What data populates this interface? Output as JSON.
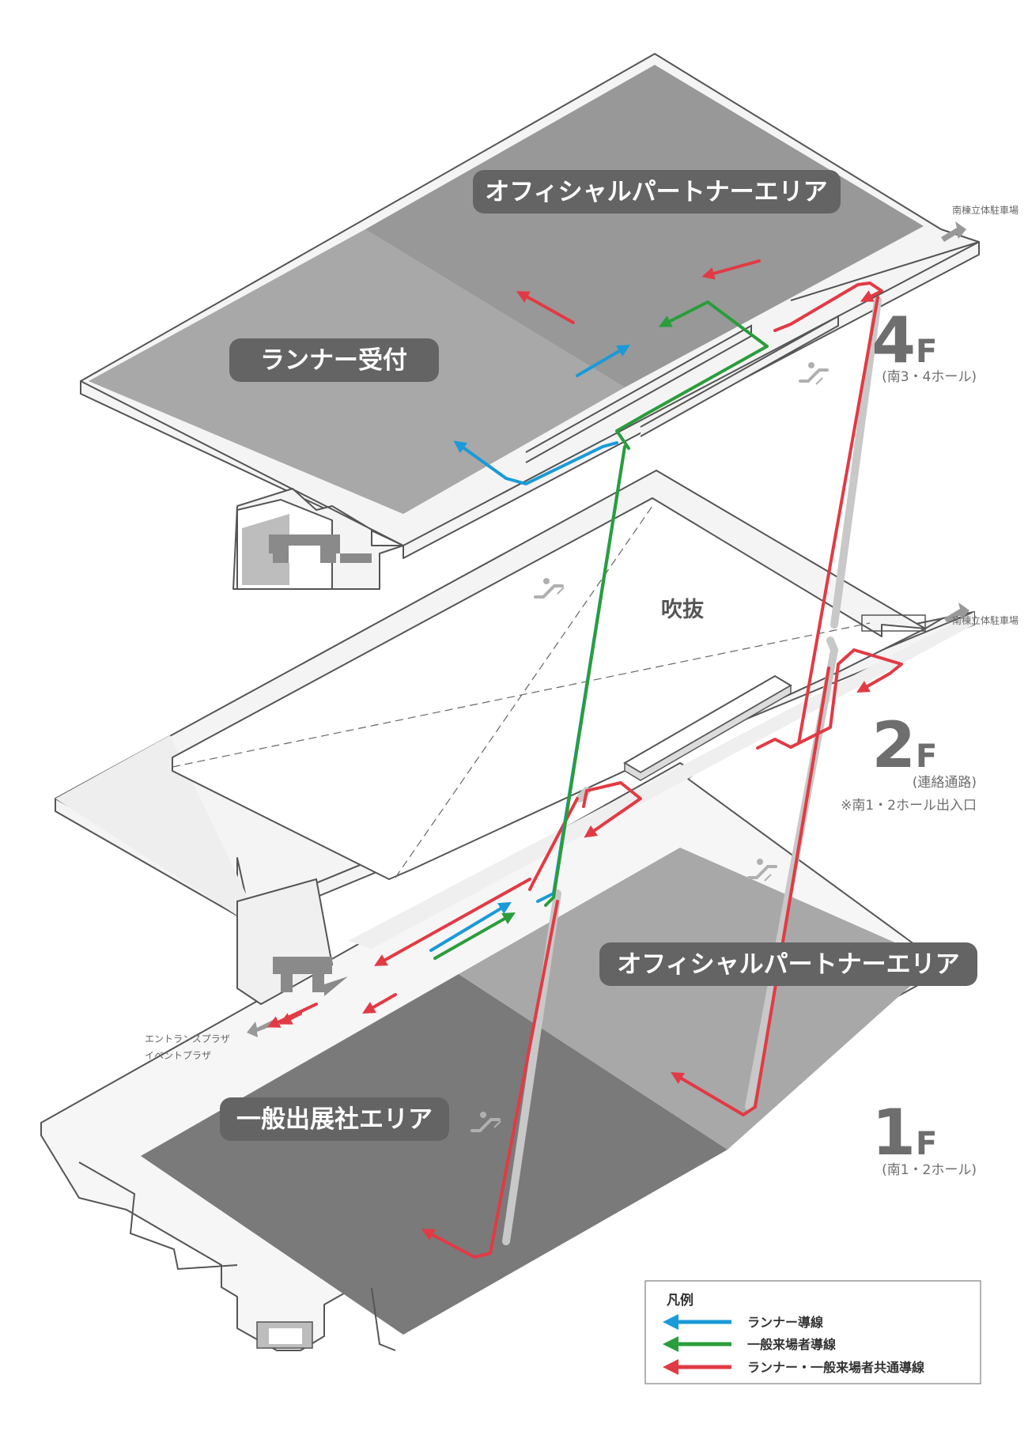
{
  "floors": {
    "f4": {
      "number": "4",
      "suffix": "F",
      "subtitle": "(南3・4ホール)",
      "parking_label": "南棟立体駐車場",
      "area_partner": "オフィシャルパートナーエリア",
      "area_reception": "ランナー受付"
    },
    "f2": {
      "number": "2",
      "suffix": "F",
      "subtitle": "(連絡通路)",
      "note": "※南1・2ホール出入口",
      "parking_label": "南棟立体駐車場",
      "void_label": "吹抜",
      "entrance_line1": "エントランスプラザ",
      "entrance_line2": "イベントプラザ"
    },
    "f1": {
      "number": "1",
      "suffix": "F",
      "subtitle": "(南1・2ホール)",
      "area_partner": "オフィシャルパートナーエリア",
      "area_exhibitor": "一般出展社エリア"
    }
  },
  "legend": {
    "title": "凡例",
    "items": [
      {
        "label": "ランナー導線",
        "color": "#1a9ad8"
      },
      {
        "label": "一般来場者導線",
        "color": "#2a9d3c"
      },
      {
        "label": "ランナー・一般来場者共通導線",
        "color": "#e23a44"
      }
    ]
  },
  "colors": {
    "runner": "#1a9ad8",
    "visitor": "#2a9d3c",
    "shared": "#e23a44",
    "floor_light": "#a8a8a8",
    "floor_mid": "#989898",
    "floor_dark": "#7a7a7a",
    "label_pill": "#646464"
  }
}
